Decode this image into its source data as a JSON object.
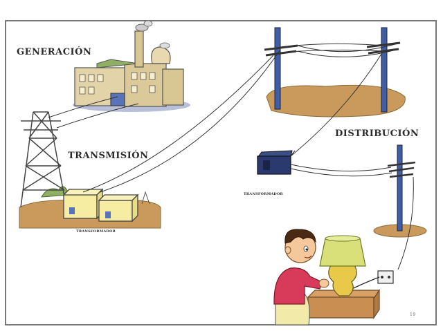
{
  "labels": {
    "generation": "GENERACIÓN",
    "transmission": "TRANSMISIÓN",
    "distribution": "DISTRIBUCIÓN",
    "transformer_left": "TRANSFORMADOR",
    "transformer_right": "TRANSFORMADOR",
    "page_number": "19"
  },
  "colors": {
    "ground": "#c99a5c",
    "ground_shadow": "#a87a3f",
    "pole": "#3e5fa8",
    "transformer_box": "#f6eca2",
    "lamp_shade": "#d9e07a",
    "lamp_base": "#e9c94a",
    "shirt": "#d83a5a",
    "skin": "#f4c89b",
    "hair": "#4a2a14",
    "factory": "#e2d3a8",
    "wire": "#333333"
  }
}
